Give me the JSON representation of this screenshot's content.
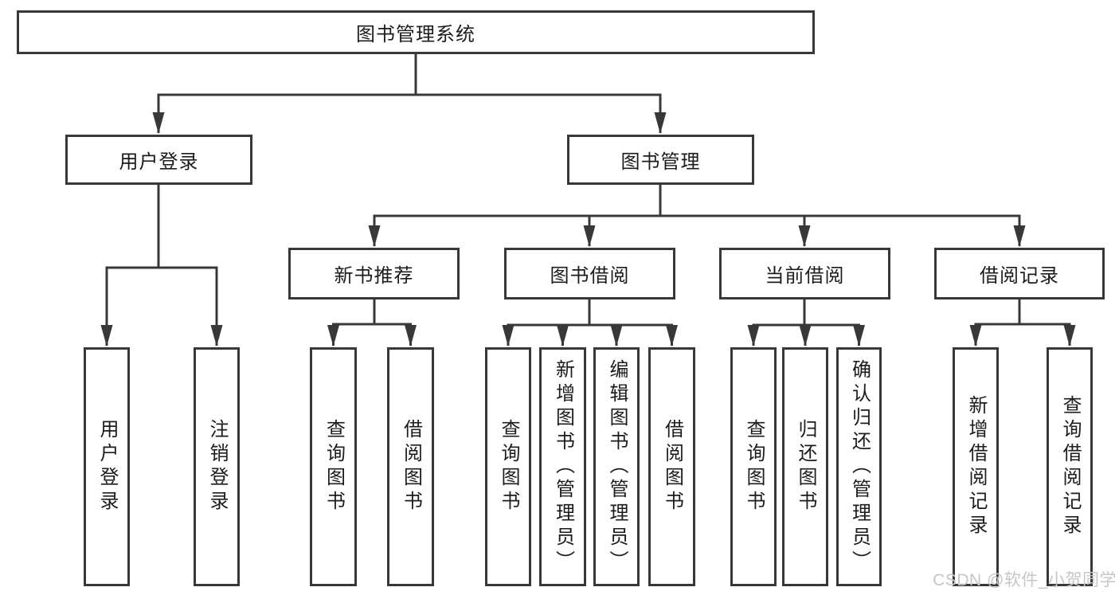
{
  "diagram": {
    "title": "图书管理系统",
    "background_color": "#ffffff",
    "line_color": "#383838",
    "box_border_color": "#383838",
    "text_color": "#1c1c1c"
  },
  "tree": {
    "root": {
      "label": "图书管理系统"
    },
    "level2": [
      {
        "label": "用户登录",
        "children": [
          {
            "label": "用户登录"
          },
          {
            "label": "注销登录"
          }
        ]
      },
      {
        "label": "图书管理",
        "children": [
          {
            "label": "新书推荐",
            "children": [
              {
                "label": "查询图书"
              },
              {
                "label": "借阅图书"
              }
            ]
          },
          {
            "label": "图书借阅",
            "children": [
              {
                "label": "查询图书"
              },
              {
                "label": "新增图书（管理员）"
              },
              {
                "label": "编辑图书（管理员）"
              },
              {
                "label": "借阅图书"
              }
            ]
          },
          {
            "label": "当前借阅",
            "children": [
              {
                "label": "查询图书"
              },
              {
                "label": "归还图书"
              },
              {
                "label": "确认归还（管理员）"
              }
            ]
          },
          {
            "label": "借阅记录",
            "children": [
              {
                "label": "新增借阅记录"
              },
              {
                "label": "查询借阅记录"
              }
            ]
          }
        ]
      }
    ]
  },
  "watermark": {
    "text": "CSDN @软件_小贺同学",
    "color": "#c6c6c6"
  }
}
